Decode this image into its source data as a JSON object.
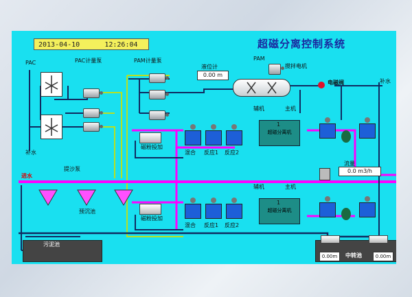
{
  "header": {
    "date": "2013-04-10",
    "time": "12:26:04",
    "title": "超磁分离控制系统"
  },
  "labels": {
    "pac": "PAC",
    "pac_pump": "PAC计量泵",
    "pam_pump": "PAM计量泵",
    "level_meter": "液位计",
    "pam": "PAM",
    "mixer_motor": "搅拌电机",
    "solenoid": "电磁阀",
    "make_water_right": "补水",
    "make_water_left": "补水",
    "inlet_water": "进水",
    "sand_pump": "提沙泵",
    "magnetic_pump_1": "磁粉投加",
    "magnetic_pump_2": "磁粉投加",
    "mix": "混合",
    "reaction_1": "反应1",
    "reaction_2": "反应2",
    "auxiliary_1": "辅机",
    "main_1": "主机",
    "separator_1": "超磁分离机",
    "sep_num_1": "1",
    "flow_label": "流量",
    "auxiliary_2": "辅机",
    "main_2": "主机",
    "separator_2": "超磁分离机",
    "sep_num_2": "1",
    "mix_2": "混合",
    "reaction_1_2": "反应1",
    "reaction_2_2": "反应2",
    "pretreat_pool": "预沉池",
    "sludge_pool": "污泥池",
    "transfer_pool": "中转池"
  },
  "values": {
    "level": "0.00 m",
    "flow": "0.0 m3/h",
    "level_left": "0.00m",
    "level_right": "0.00m"
  }
}
